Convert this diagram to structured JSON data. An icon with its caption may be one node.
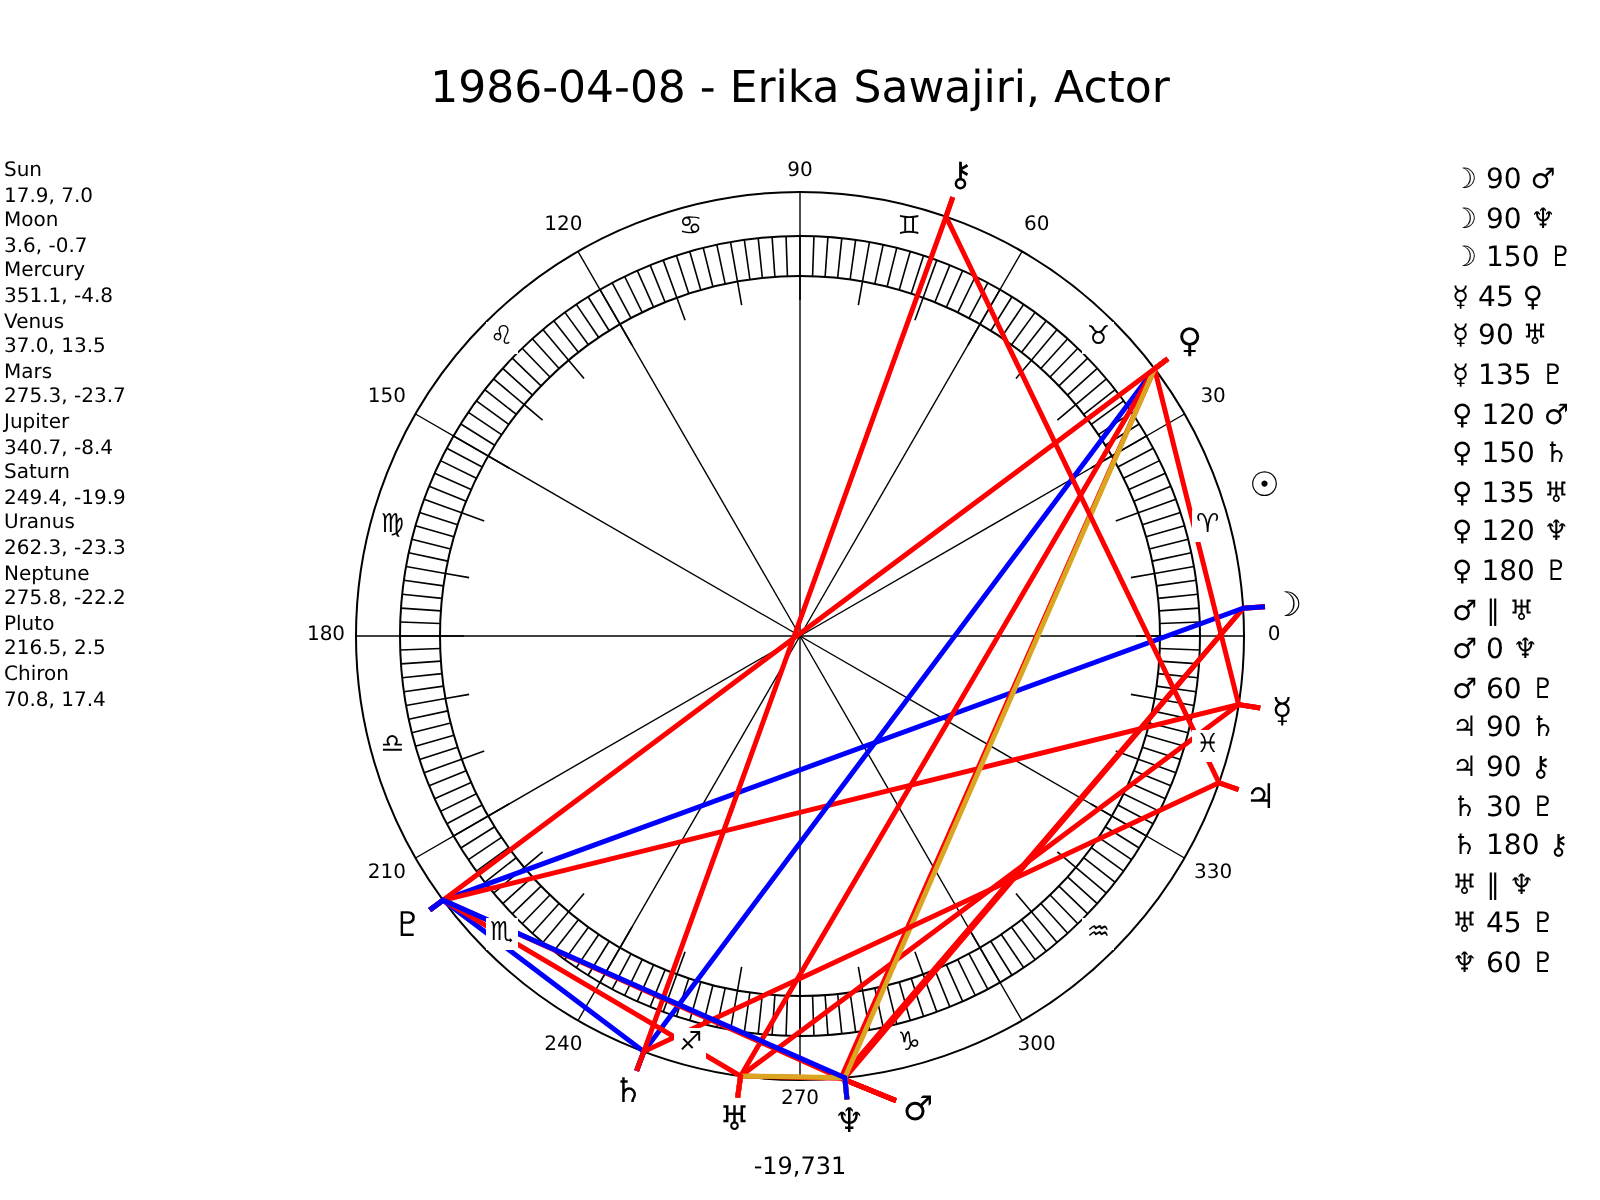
{
  "diagram": {
    "title": "1986-04-08 - Erika Sawajiri, Actor",
    "nodes": [
      {
        "text": [
          "☉"
        ]
      },
      {
        "text": [
          "☽"
        ]
      },
      {
        "text": [
          "☿"
        ]
      },
      {
        "text": [
          "♀"
        ]
      },
      {
        "text": [
          "♂"
        ]
      },
      {
        "text": [
          "♃"
        ]
      },
      {
        "text": [
          "♄"
        ]
      },
      {
        "text": [
          "♅"
        ]
      },
      {
        "text": [
          "♆"
        ]
      },
      {
        "text": [
          "♇"
        ]
      },
      {
        "text": [
          "⚷"
        ]
      }
    ],
    "edges": [
      {
        "from": 1,
        "to": 4,
        "arrow": "none"
      },
      {
        "from": 1,
        "to": 8,
        "arrow": "none"
      },
      {
        "from": 1,
        "to": 9,
        "arrow": "none",
        "color": "#0000ff"
      },
      {
        "from": 2,
        "to": 3,
        "arrow": "none"
      },
      {
        "from": 2,
        "to": 7,
        "arrow": "none"
      },
      {
        "from": 2,
        "to": 9,
        "arrow": "none"
      },
      {
        "from": 3,
        "to": 4,
        "arrow": "none"
      },
      {
        "from": 3,
        "to": 6,
        "arrow": "none",
        "color": "#0000ff"
      },
      {
        "from": 3,
        "to": 7,
        "arrow": "none"
      },
      {
        "from": 3,
        "to": 8,
        "arrow": "none",
        "color": "#daa520"
      },
      {
        "from": 3,
        "to": 9,
        "arrow": "none"
      },
      {
        "from": 4,
        "to": 7,
        "arrow": "none"
      },
      {
        "from": 4,
        "to": 8,
        "arrow": "none"
      },
      {
        "from": 4,
        "to": 9,
        "arrow": "none"
      },
      {
        "from": 5,
        "to": 6,
        "arrow": "none"
      },
      {
        "from": 5,
        "to": 10,
        "arrow": "none"
      },
      {
        "from": 6,
        "to": 9,
        "arrow": "none",
        "color": "#0000ff"
      },
      {
        "from": 6,
        "to": 10,
        "arrow": "none"
      },
      {
        "from": 7,
        "to": 8,
        "arrow": "none",
        "color": "#daa520"
      },
      {
        "from": 7,
        "to": 9,
        "arrow": "none"
      },
      {
        "from": 8,
        "to": 9,
        "arrow": "none",
        "color": "#0000ff"
      }
    ],
    "labels": [
      "Sun",
      "17.9, 7.0",
      "Moon",
      "3.6, -0.7",
      "Mercury",
      "351.1, -4.8",
      "Venus",
      "37.0, 13.5",
      "Mars",
      "275.3, -23.7",
      "Jupiter",
      "340.7, -8.4",
      "Saturn",
      "249.4, -19.9",
      "Uranus",
      "262.3, -23.3",
      "Neptune",
      "275.8, -22.2",
      "Pluto",
      "216.5, 2.5",
      "Chiron",
      "70.8, 17.4",
      "0",
      "30",
      "60",
      "90",
      "120",
      "150",
      "180",
      "210",
      "240",
      "270",
      "300",
      "330",
      "♈",
      "♉",
      "♊",
      "♋",
      "♌",
      "♍",
      "♎",
      "♏",
      "♐",
      "♑",
      "♒",
      "♓",
      "-19,731",
      "☽ 90 ♂",
      "☽ 90 ♆",
      "☽ 150 ♇",
      "☿ 45 ♀",
      "☿ 90 ♅",
      "☿ 135 ♇",
      "♀ 120 ♂",
      "♀ 150 ♄",
      "♀ 135 ♅",
      "♀ 120 ♆",
      "♀ 180 ♇",
      "♂ ∥ ♅",
      "♂ 0 ♆",
      "♂ 60 ♇",
      "♃ 90 ♄",
      "♃ 90 ⚷",
      "♄ 30 ♇",
      "♄ 180 ⚷",
      "♅ ∥ ♆",
      "♅ 45 ♇",
      "♆ 60 ♇"
    ]
  }
}
